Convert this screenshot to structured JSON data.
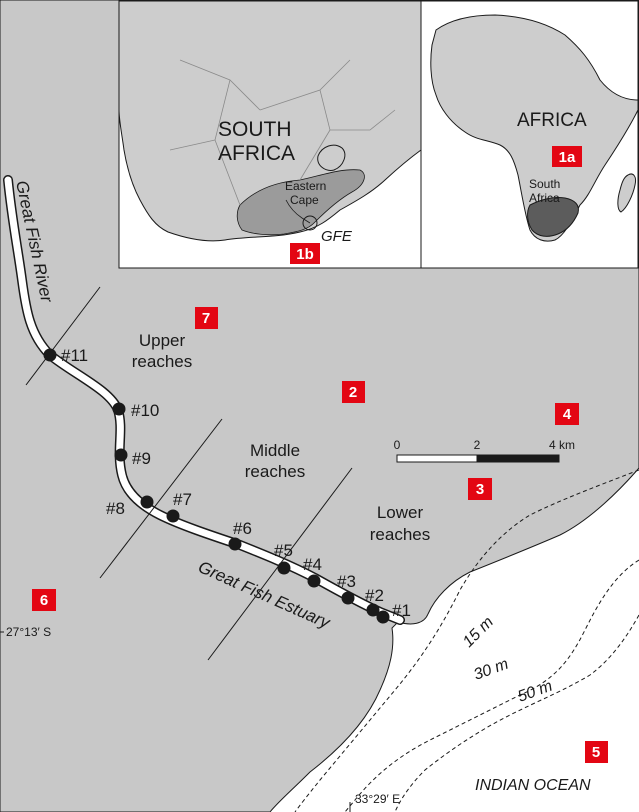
{
  "colors": {
    "land": "#c8c8c8",
    "land_inset": "#cdcdcd",
    "cape": "#9b9b9b",
    "sa_dark": "#5c5c5c",
    "sea": "#ffffff",
    "line": "#1a1a1a",
    "badge": "#e30613"
  },
  "inset_za": {
    "title_line1": "SOUTH",
    "title_line2": "AFRICA",
    "region_line1": "Eastern",
    "region_line2": "Cape",
    "estuary": "GFE",
    "badge": "1b"
  },
  "inset_africa": {
    "title": "AFRICA",
    "sa_line1": "South",
    "sa_line2": "Africa",
    "badge": "1a"
  },
  "map": {
    "river_label": "Great Fish River",
    "estuary_label": "Great Fish Estuary",
    "upper_line1": "Upper",
    "upper_line2": "reaches",
    "middle_line1": "Middle",
    "middle_line2": "reaches",
    "lower_line1": "Lower",
    "lower_line2": "reaches",
    "ocean_label": "INDIAN OCEAN",
    "lat_label": "27°13′ S",
    "lon_label": "33°29′ E",
    "depths": [
      "15 m",
      "30 m",
      "50 m"
    ],
    "scale": {
      "zero": "0",
      "mid": "2",
      "end": "4 km"
    },
    "sites": [
      "#1",
      "#2",
      "#3",
      "#4",
      "#5",
      "#6",
      "#7",
      "#8",
      "#9",
      "#10",
      "#11"
    ],
    "badges": [
      "2",
      "3",
      "4",
      "5",
      "6",
      "7"
    ]
  }
}
